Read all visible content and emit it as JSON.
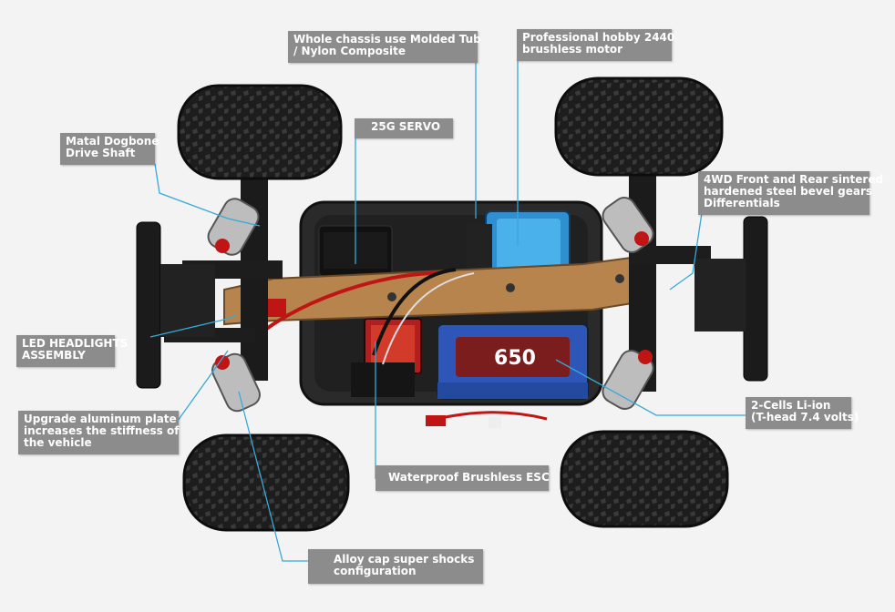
{
  "callouts": {
    "chassis": [
      "Whole chassis use Molded Tub",
      "/ Nylon Composite"
    ],
    "motor": [
      "Professional hobby 2440",
      "brushless motor"
    ],
    "servo": [
      "25G SERVO"
    ],
    "dogbone": [
      "Matal Dogbone",
      "Drive Shaft"
    ],
    "gears": [
      "4WD Front and Rear sintered",
      "hardened steel bevel gears",
      "Differentials"
    ],
    "headlights": [
      "LED HEADLIGHTS",
      "ASSEMBLY"
    ],
    "plate": [
      "Upgrade aluminum plate",
      "increases the stiffness of",
      "the vehicle"
    ],
    "battery": [
      "2-Cells  Li-ion",
      "(T-head 7.4 volts)"
    ],
    "esc": [
      "Waterproof Brushless ESC"
    ],
    "shocks": [
      "Alloy cap super shocks",
      "configuration"
    ]
  },
  "photo": {
    "battery_label": "650"
  },
  "colors": {
    "callout_bg": "#8c8c8c",
    "callout_text": "#ffffff",
    "leader_line": "#37a9d8",
    "tire": "#1c1c1c",
    "chassis_plate": "#b8844e",
    "motor_blue": "#2f8fd0",
    "battery_blue": "#2d56b8"
  }
}
